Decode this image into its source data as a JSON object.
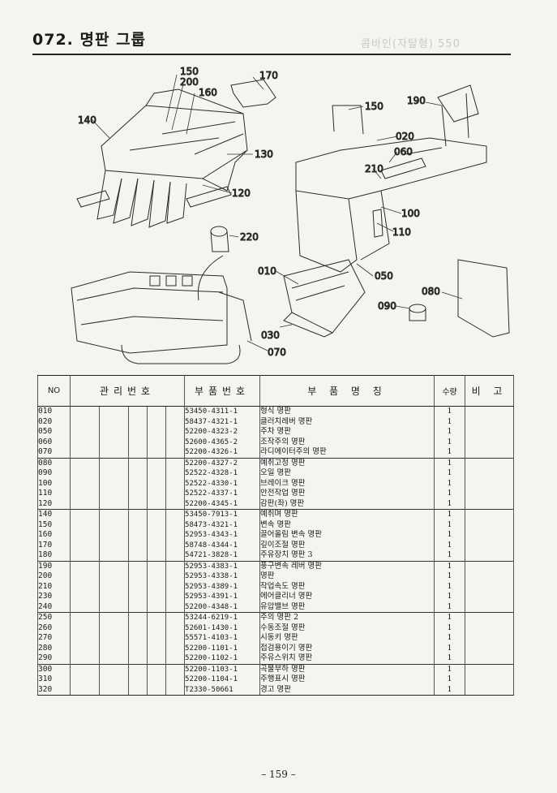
{
  "header": {
    "title": "072. 명판 그룹",
    "faint_text": "콤바인(자탈형) 550"
  },
  "diagram": {
    "callouts": [
      "150",
      "200",
      "160",
      "170",
      "140",
      "130",
      "120",
      "150",
      "190",
      "020",
      "060",
      "210",
      "100",
      "110",
      "220",
      "010",
      "050",
      "080",
      "090",
      "030",
      "070"
    ]
  },
  "table": {
    "headers": {
      "no": "NO",
      "mgmt": "관리번호",
      "part_no": "부품번호",
      "name": "부 품 명 칭",
      "qty": "수량",
      "remarks": "비 고"
    },
    "groups": [
      [
        {
          "no": "010",
          "part_no": "53450-4311-1",
          "name": "형식 명판",
          "qty": "1"
        },
        {
          "no": "020",
          "part_no": "58437-4321-1",
          "name": "클러치레버 명판",
          "qty": "1"
        },
        {
          "no": "050",
          "part_no": "52200-4323-2",
          "name": "주차 명판",
          "qty": "1"
        },
        {
          "no": "060",
          "part_no": "52600-4365-2",
          "name": "조작주의 명판",
          "qty": "1"
        },
        {
          "no": "070",
          "part_no": "52200-4326-1",
          "name": "라디에이터주의 명판",
          "qty": "1"
        }
      ],
      [
        {
          "no": "080",
          "part_no": "52200-4327-2",
          "name": "예취고정 명판",
          "qty": "1"
        },
        {
          "no": "090",
          "part_no": "52522-4328-1",
          "name": "오일 명판",
          "qty": "1"
        },
        {
          "no": "100",
          "part_no": "52522-4330-1",
          "name": "브레이크 명판",
          "qty": "1"
        },
        {
          "no": "110",
          "part_no": "52522-4337-1",
          "name": "안전작업 명판",
          "qty": "1"
        },
        {
          "no": "120",
          "part_no": "52200-4345-1",
          "name": "감판(좌) 명판",
          "qty": "1"
        }
      ],
      [
        {
          "no": "140",
          "part_no": "53450-7913-1",
          "name": "예취며 명판",
          "qty": "1"
        },
        {
          "no": "150",
          "part_no": "58473-4321-1",
          "name": "변속 명판",
          "qty": "1"
        },
        {
          "no": "160",
          "part_no": "52953-4343-1",
          "name": "끌어올림 변속 명판",
          "qty": "1"
        },
        {
          "no": "170",
          "part_no": "58748-4344-1",
          "name": "깊이조절 명판",
          "qty": "1"
        },
        {
          "no": "180",
          "part_no": "54721-3828-1",
          "name": "주유장치 명판 3",
          "qty": "1"
        }
      ],
      [
        {
          "no": "190",
          "part_no": "52953-4383-1",
          "name": "풍구변속 레버 명판",
          "qty": "1"
        },
        {
          "no": "200",
          "part_no": "52953-4338-1",
          "name": "명판",
          "qty": "1"
        },
        {
          "no": "210",
          "part_no": "52953-4389-1",
          "name": "작업속도 명판",
          "qty": "1"
        },
        {
          "no": "230",
          "part_no": "52953-4391-1",
          "name": "에어클리너 명판",
          "qty": "1"
        },
        {
          "no": "240",
          "part_no": "52200-4348-1",
          "name": "유압밸브 명판",
          "qty": "1"
        }
      ],
      [
        {
          "no": "250",
          "part_no": "53244-6219-1",
          "name": "주의 명판 2",
          "qty": "1"
        },
        {
          "no": "260",
          "part_no": "52601-1430-1",
          "name": "수동조절 명판",
          "qty": "1"
        },
        {
          "no": "270",
          "part_no": "55571-4103-1",
          "name": "시동키 명판",
          "qty": "1"
        },
        {
          "no": "280",
          "part_no": "52200-1101-1",
          "name": "접검용이기 명판",
          "qty": "1"
        },
        {
          "no": "290",
          "part_no": "52200-1102-1",
          "name": "주유스위치 명판",
          "qty": "1"
        }
      ],
      [
        {
          "no": "300",
          "part_no": "52200-1103-1",
          "name": "곡물부하 명판",
          "qty": "1"
        },
        {
          "no": "310",
          "part_no": "52200-1104-1",
          "name": "주행표시 명판",
          "qty": "1"
        },
        {
          "no": "320",
          "part_no": "T2330-50661",
          "name": "경고 명판",
          "qty": "1"
        }
      ]
    ]
  },
  "footer": {
    "page_number": "– 159 –"
  }
}
